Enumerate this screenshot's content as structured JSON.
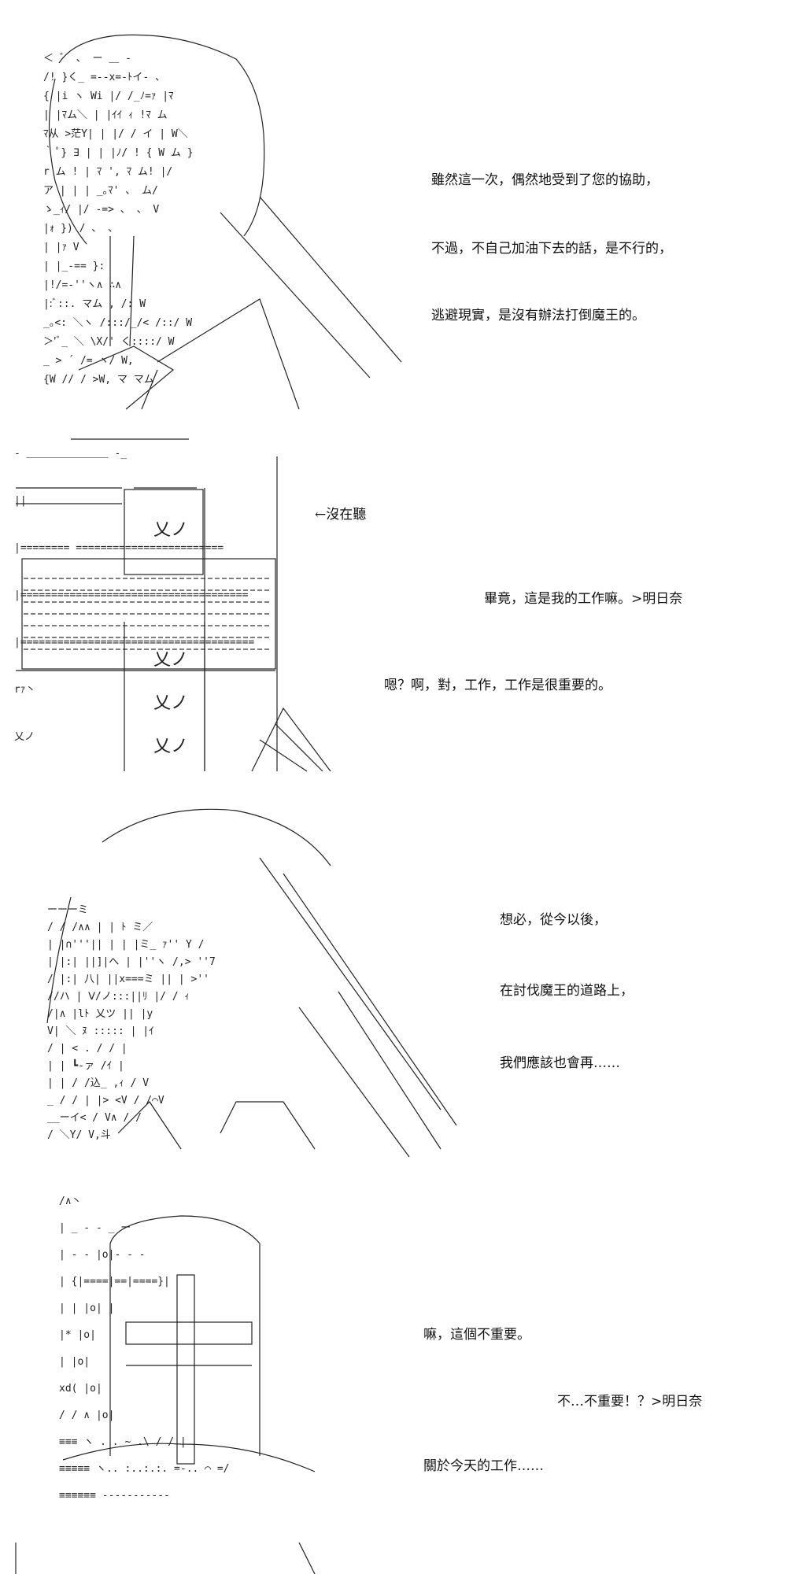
{
  "panels": [
    {
      "lines": [
        "雖然這一次，偶然地受到了您的協助，",
        "不過，不自己加油下去的話，是不行的，",
        "逃避現實，是沒有辦法打倒魔王的。"
      ]
    },
    {
      "annotation": "←沒在聽",
      "lines": [
        "畢竟，這是我的工作嘛。>明日奈",
        "嗯？啊，對，工作，工作是很重要的。"
      ]
    },
    {
      "lines": [
        "想必，從今以後，",
        "在討伐魔王的道路上，",
        "我們應該也會再……"
      ]
    },
    {
      "lines": [
        "嘛，這個不重要。",
        "不…不重要！？>明日奈",
        "關於今天的工作……"
      ]
    }
  ],
  "art": {
    "panel1": [
      "＜ ゛ 、  ー  ＿  ‐",
      "/!        }く_ =‐‐x=‐ﾄイ‐ 、",
      "{ |i ヽ   Wi |/ /_ﾉ=ｧ |ﾏ",
      "| |ﾏム＼ |   |ｲｲ  ｨ  !ﾏ  ム",
      "ﾏ从 >茫Y| |  |/ / イ |  W＼",
      "｀ ﾟ}  ∃   |  |  |ﾉ/ ! {  W ム }",
      "r     ム !  |  ﾏ ',  ﾏ  ム!  |/",
      "ア  |   |  | _｡ﾏ'  、  ム/",
      "ゝ_ｨ/   |/   ‐=>  、 、  V",
      "|ｫ  }) /       、  、",
      "|  |ｧ         V",
      "|  |_‐==          }:",
      "|!/=‐''ヽ∧        ∴∧",
      "|:ﾞ::.    マム  ,   /: W",
      "_｡<: ＼ヽ /:::/_/< /::/  W",
      "＞'ﾞ_     ＼ \\X/' く::::/   W",
      "_ >  ´   /= ヽ/         W,",
      "{W        //  /           >W,    マ マム"
    ],
    "panel2": [
      "‐         ＿＿＿＿＿＿＿＿       ‐_",
      "||",
      "|======== ========================",
      "|=====================================",
      "|======================================",
      "rｧ丶",
      "乂ノ"
    ],
    "panel3": [
      "ーーーミ",
      "/ /  /∧∧  |   |    ﾄ ミ／",
      "| |∩'''|| |   |   |ミ_ ｧ'' Y /",
      "| |:| ||]|へ |   |''ヽ /,> ''7",
      "/ |:| 八|  ||x===ミ ||  | >''",
      "//ハ |   Ⅴ/ノ:::||ﾘ  |/   / ｨ",
      "/|∧ |lﾄ     乂ツ ||  |y",
      "V| ＼ ﾇ      ::::: |  |ｲ",
      "/ |  <     .    / /  |",
      "| |   ┗‐ァ   /ｲ   |",
      "| | / /込_ ,ｨ    / V",
      "_ / / |  |> <V  / /⌒V",
      "__ーイ<  /  V∧   /  /",
      "/  ＼Y/   V,斗"
    ],
    "panel4": [
      "/∧丶",
      "|  _ ‐ ‐ _  ー",
      "|  ‐ ‐ |o|‐ ‐ ‐",
      "| {|====|==|====}|",
      "|  |    |o|    |",
      "|*      |o|",
      "|       |o|",
      "xd(     |o|",
      "/ / ∧   |o|",
      "≡≡≡ ヽ . . ~ .\\ / / |",
      "≡≡≡≡≡ ヽ.. :..:.:. =‐.. ⌒ =/",
      "≡≡≡≡≡≡  ‐‐‐‐‐‐‐‐‐‐‐"
    ]
  }
}
